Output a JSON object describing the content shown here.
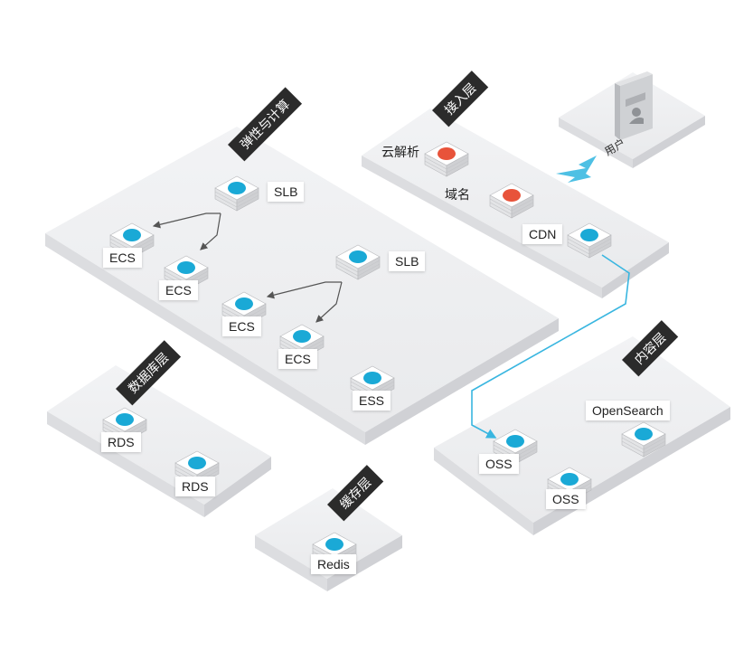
{
  "layers": {
    "compute": "弹性与计算",
    "access": "接入层",
    "database": "数据库层",
    "cache": "缓存层",
    "content": "内容层"
  },
  "user": "用户",
  "nodes": {
    "dns": "云解析",
    "domain": "域名",
    "cdn": "CDN",
    "slb1": "SLB",
    "slb2": "SLB",
    "ecs1": "ECS",
    "ecs2": "ECS",
    "ecs3": "ECS",
    "ecs4": "ECS",
    "ess": "ESS",
    "rds1": "RDS",
    "rds2": "RDS",
    "redis": "Redis",
    "opensearch": "OpenSearch",
    "oss1": "OSS",
    "oss2": "OSS"
  },
  "colors": {
    "platform": "#eeeff1",
    "icon_blue": "#1aa9d6",
    "icon_red": "#e8533a",
    "connector": "#39b6e0",
    "tag_bg": "#2b2b2b"
  }
}
